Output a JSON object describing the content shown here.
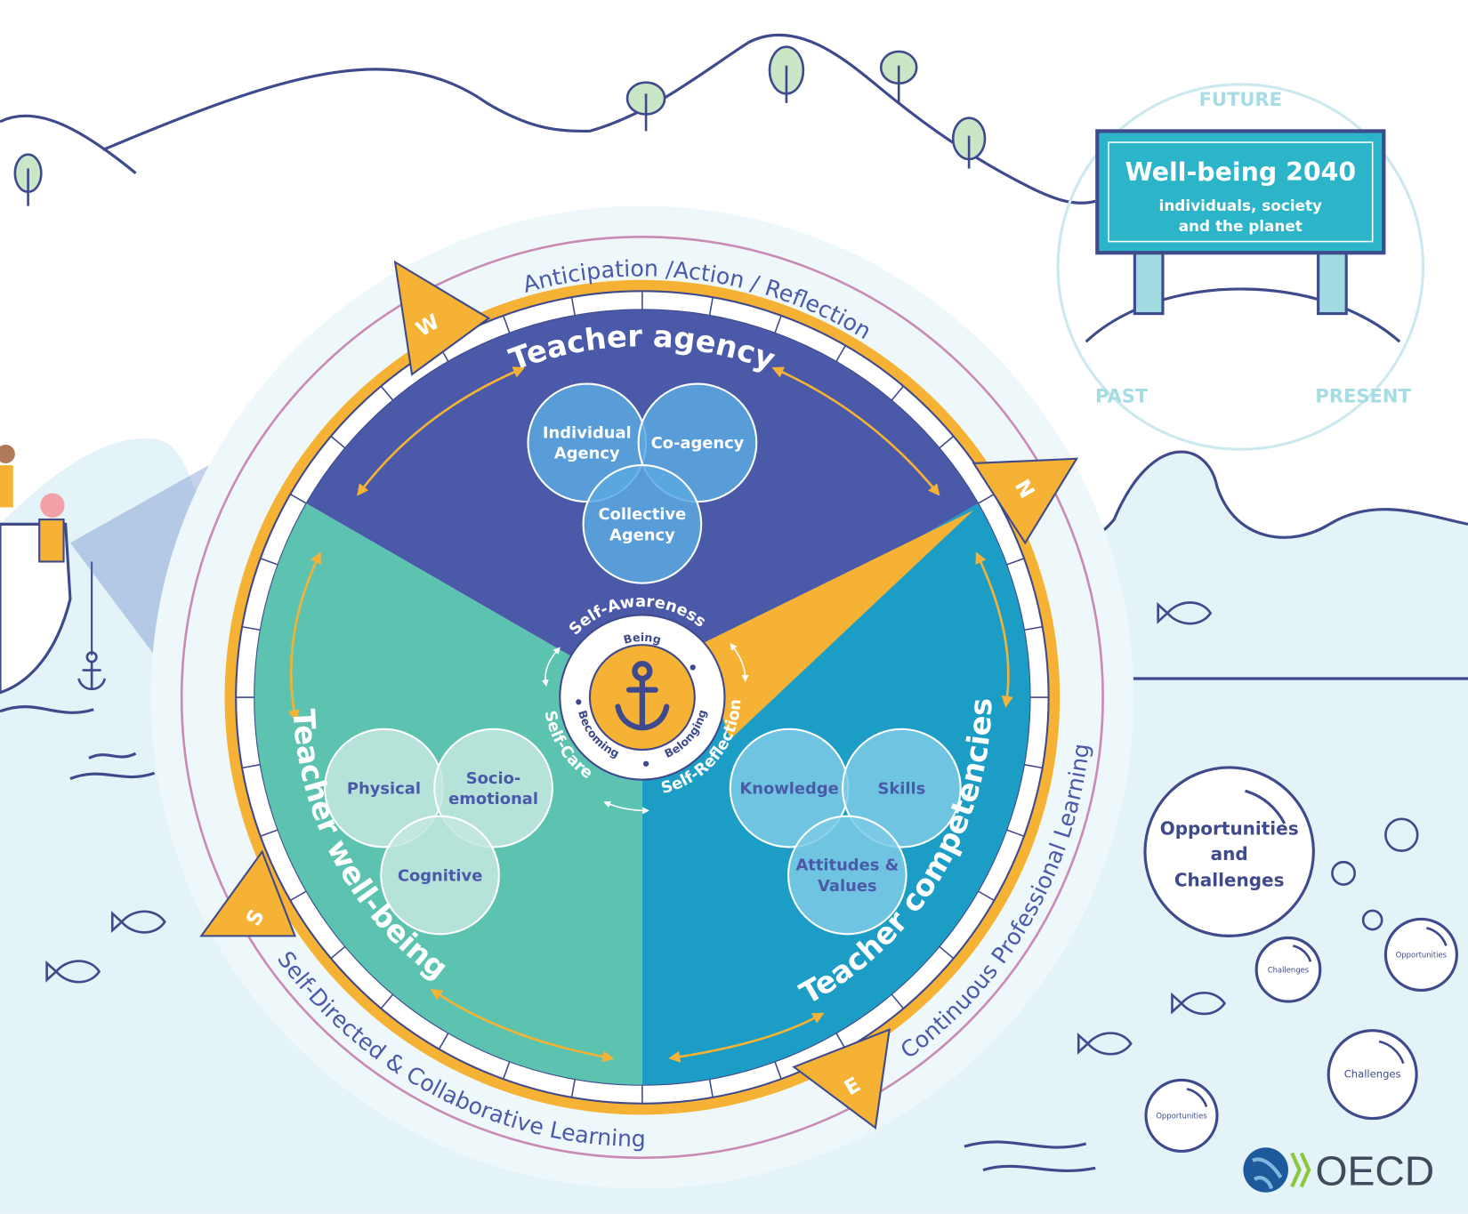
{
  "colors": {
    "agency": "#4a5aa8",
    "wellbeing": "#5cc3b1",
    "competencies": "#1b9dc6",
    "orange": "#f5b235",
    "navy": "#3f4a8c",
    "water": "#e4f3f7",
    "sign": "#2cb5c9",
    "pink": "#c98bb6"
  },
  "signpost": {
    "title": "Well-being 2040",
    "subtitle_line1": "individuals, society",
    "subtitle_line2": "and the planet",
    "future": "FUTURE",
    "past": "PAST",
    "present": "PRESENT"
  },
  "compass": {
    "outer_top": "Anticipation /Action / Reflection",
    "outer_bottom_left": "Self-Directed & Collaborative Learning",
    "outer_bottom_right": "Continuous Professional Learning",
    "directions": {
      "w": "W",
      "n": "N",
      "s": "S",
      "e": "E"
    },
    "sections": {
      "agency": {
        "title": "Teacher agency",
        "circles": [
          [
            "Individual",
            "Agency"
          ],
          [
            "Co-agency"
          ],
          [
            "Collective",
            "Agency"
          ]
        ]
      },
      "wellbeing": {
        "title": "Teacher well-being",
        "circles": [
          [
            "Physical"
          ],
          [
            "Socio-",
            "emotional"
          ],
          [
            "Cognitive"
          ]
        ]
      },
      "competencies": {
        "title": "Teacher competencies",
        "circles": [
          [
            "Knowledge"
          ],
          [
            "Skills"
          ],
          [
            "Attitudes &",
            "Values"
          ]
        ]
      }
    },
    "hub": {
      "self_awareness": "Self-Awareness",
      "self_care": "Self-Care",
      "self_reflection": "Self-Reflection",
      "being": "Being",
      "becoming": "Becoming",
      "belonging": "Belonging",
      "icon": "anchor-icon"
    }
  },
  "bubbles": {
    "main_line1": "Opportunities",
    "main_line2": "and",
    "main_line3": "Challenges",
    "small": [
      "Challenges",
      "Opportunities",
      "Challenges",
      "Opportunities"
    ]
  },
  "logo": {
    "text": "OECD"
  }
}
